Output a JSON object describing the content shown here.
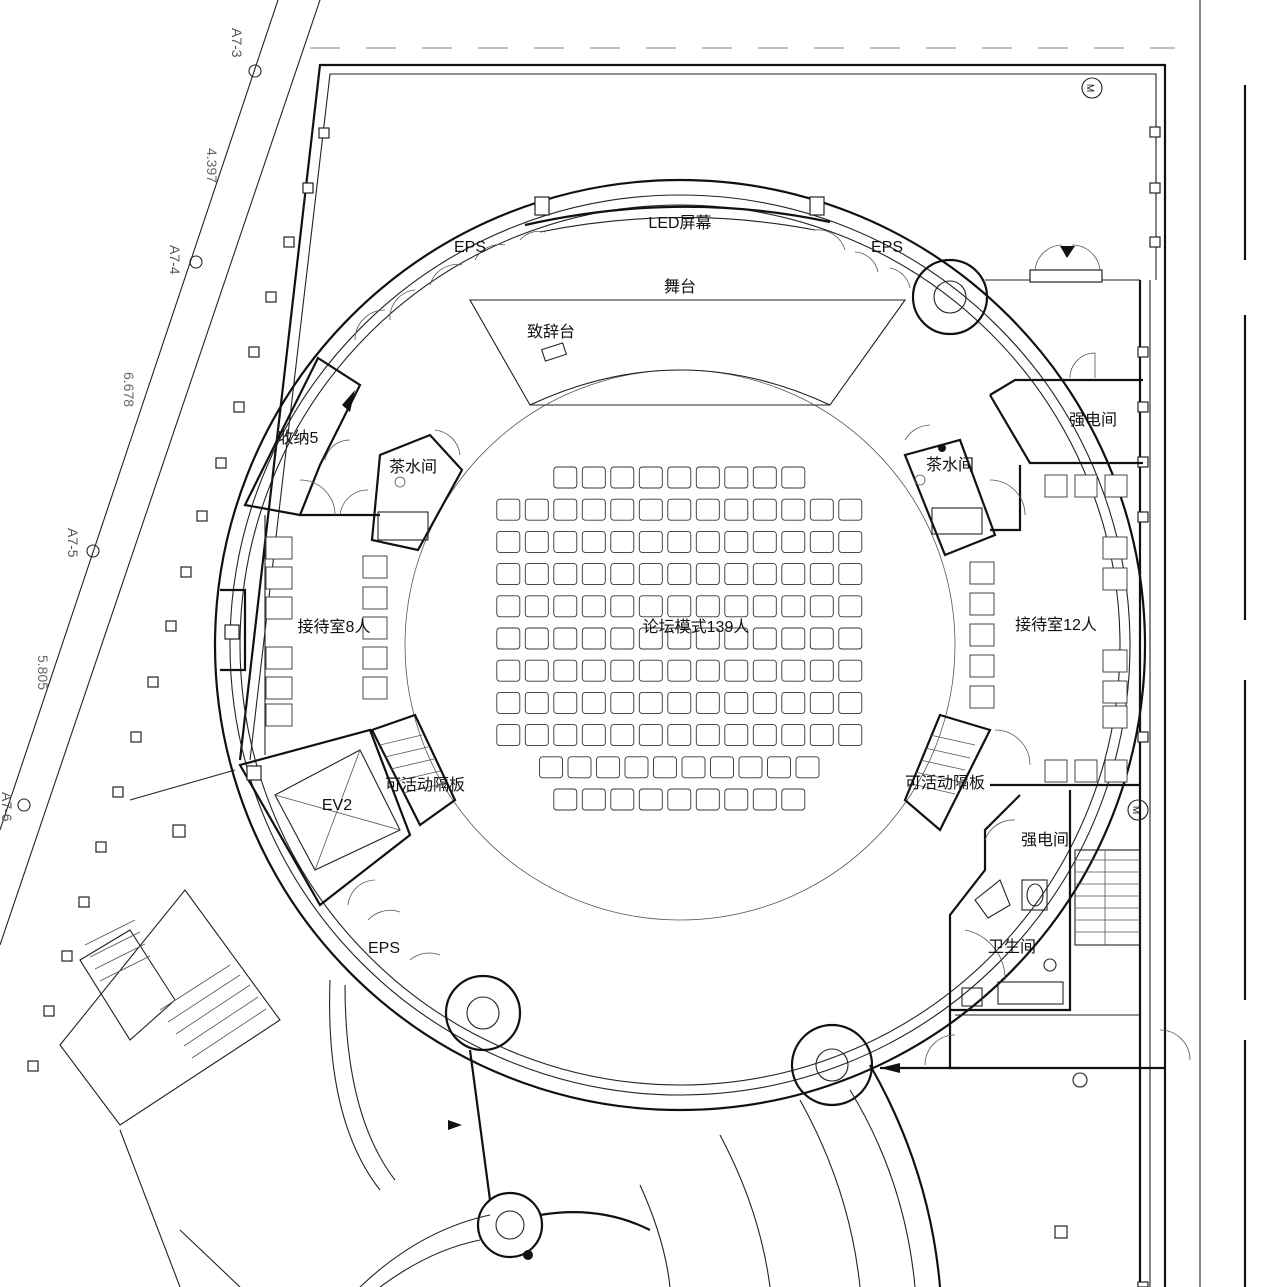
{
  "axis_labels": [
    "A7-3",
    "A7-4",
    "A7-5",
    "A7-6"
  ],
  "dimension_labels": [
    "4.397",
    "6.678",
    "5.805"
  ],
  "rooms": {
    "led_screen": "LED屏幕",
    "stage": "舞台",
    "podium": "致辞台",
    "eps_top_left": "EPS",
    "eps_top_right": "EPS",
    "eps_bottom": "EPS",
    "storage": "收纳5",
    "tea_left": "茶水间",
    "tea_right": "茶水间",
    "electric_top": "强电间",
    "electric_bottom": "强电间",
    "reception_left": "接待室8人",
    "reception_right": "接待室12人",
    "forum": "论坛模式139人",
    "partition_left": "可活动隔板",
    "partition_right": "可活动隔板",
    "elevator": "EV2",
    "toilet": "卫生间"
  },
  "symbols": {
    "meter_top": "M",
    "meter_mid": "M"
  },
  "seating": {
    "capacity": 139,
    "rows": [
      9,
      13,
      13,
      13,
      13,
      13,
      13,
      13,
      13,
      10,
      9
    ]
  }
}
